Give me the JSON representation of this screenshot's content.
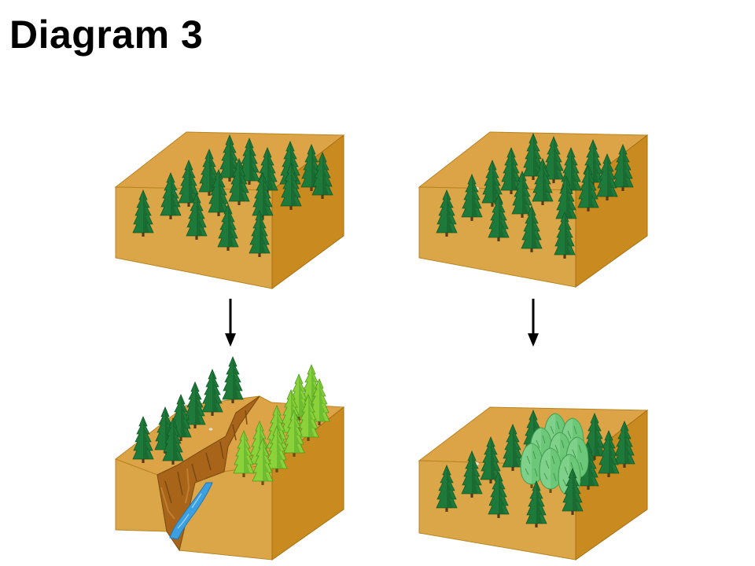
{
  "title": "Diagram 3",
  "colors": {
    "soil_top": "#dca347",
    "soil_front": "#dba648",
    "soil_side": "#c98a1f",
    "conifer_dark": "#1e7a3a",
    "conifer_mid": "#2f9146",
    "conifer_light": "#8bd13a",
    "conifer_light_shade": "#5fae2a",
    "deciduous_pale": "#7fd08a",
    "water": "#3b9fe0",
    "canyon_rock": "#a8651a"
  },
  "panels": [
    {
      "name": "panel-top-left",
      "stage": "before",
      "feature": "dense-conifer-forest"
    },
    {
      "name": "panel-top-right",
      "stage": "before",
      "feature": "dense-conifer-forest"
    },
    {
      "name": "panel-bottom-left",
      "stage": "after",
      "feature": "canyon-with-stream-and-regrowth"
    },
    {
      "name": "panel-bottom-right",
      "stage": "after",
      "feature": "forest-with-pale-regrowth-patch"
    }
  ],
  "arrows": [
    {
      "name": "arrow-left",
      "direction": "down"
    },
    {
      "name": "arrow-right",
      "direction": "down"
    }
  ]
}
